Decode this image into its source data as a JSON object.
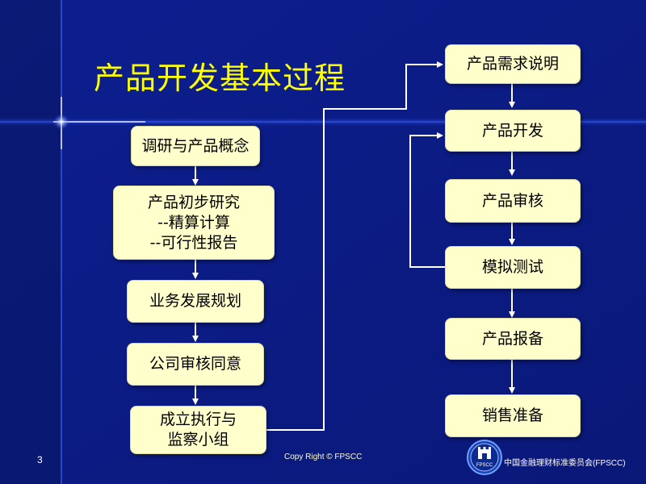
{
  "title": "产品开发基本过程",
  "left_flow": [
    {
      "lines": [
        "调研与产品概念"
      ]
    },
    {
      "lines": [
        "产品初步研究",
        "--精算计算",
        "--可行性报告"
      ]
    },
    {
      "lines": [
        "业务发展规划"
      ]
    },
    {
      "lines": [
        "公司审核同意"
      ]
    },
    {
      "lines": [
        "成立执行与",
        "监察小组"
      ]
    }
  ],
  "right_flow": [
    {
      "lines": [
        "产品需求说明"
      ]
    },
    {
      "lines": [
        "产品开发"
      ]
    },
    {
      "lines": [
        "产品审核"
      ]
    },
    {
      "lines": [
        "模拟测试"
      ]
    },
    {
      "lines": [
        "产品报备"
      ]
    },
    {
      "lines": [
        "销售准备"
      ]
    }
  ],
  "footer": {
    "page_number": "3",
    "copyright": "Copy Right ©  FPSCC",
    "organization": "中国金融理财标准委员会(FPSCC)",
    "logo_text": "FPSCC"
  },
  "colors": {
    "background_dark": "#0a1a78",
    "background_light": "#1030b8",
    "title": "#ffff00",
    "box_fill": "#ffffcc",
    "connector": "#ffffff"
  }
}
